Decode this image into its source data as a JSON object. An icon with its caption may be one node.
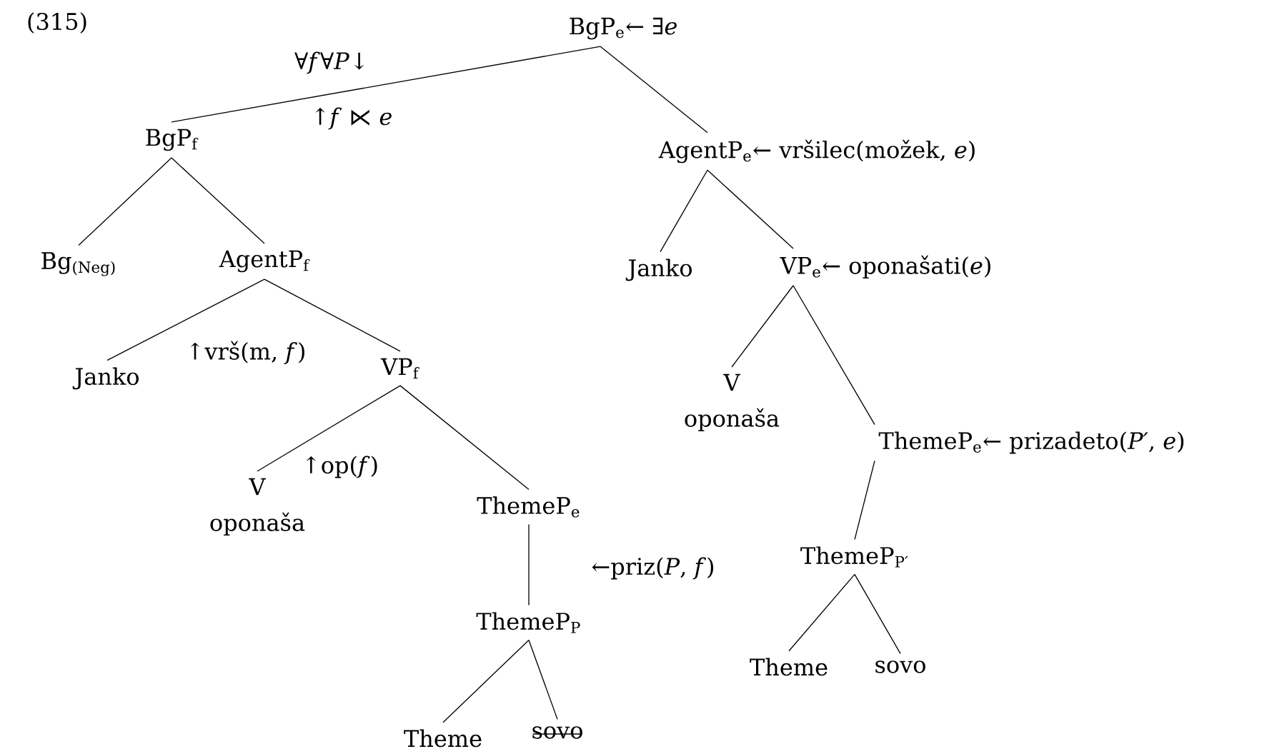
{
  "diagram": {
    "nodes": [
      {
        "text": [
          "BgP$_{e}$← ∃*e*"
        ]
      },
      {
        "text": [
          "BgP$_{f}$"
        ]
      },
      {
        "text": [
          "AgentP$_{e}$← vršilec(možek, *e*)"
        ]
      },
      {
        "text": [
          "Bg$_{(Neg)}$"
        ]
      },
      {
        "text": [
          "AgentP$_{f}$"
        ]
      },
      {
        "text": [
          "Janko"
        ]
      },
      {
        "text": [
          "VP$_{e}$← oponašati(*e*)"
        ]
      },
      {
        "text": [
          "Janko"
        ]
      },
      {
        "text": [
          "VP$_{f}$"
        ]
      },
      {
        "text": [
          "V",
          "oponaša"
        ]
      },
      {
        "text": [
          "ThemeP$_{e}$← prizadeto(*P′*, *e*)"
        ]
      },
      {
        "text": [
          "V",
          "oponaša"
        ]
      },
      {
        "text": [
          "ThemeP$_{e}$"
        ]
      },
      {
        "text": [
          "ThemeP$_{P′}$"
        ]
      },
      {
        "text": [
          "ThemeP$_{P}$"
        ]
      },
      {
        "text": [
          "Theme"
        ]
      },
      {
        "text": [
          "sovo"
        ]
      },
      {
        "text": [
          "Theme"
        ]
      },
      {
        "text": [
          "sovo"
        ]
      }
    ],
    "edges": [
      {
        "from": 0,
        "to": 1,
        "arrow": "none",
        "label": "∀*f*∀*P*↓"
      },
      {
        "from": 0,
        "to": 2,
        "arrow": "none"
      },
      {
        "from": 1,
        "to": 3,
        "arrow": "none"
      },
      {
        "from": 1,
        "to": 4,
        "arrow": "none"
      },
      {
        "from": 2,
        "to": 5,
        "arrow": "none"
      },
      {
        "from": 2,
        "to": 6,
        "arrow": "none"
      },
      {
        "from": 4,
        "to": 7,
        "arrow": "none",
        "label": "↑vrš(m, *f*)"
      },
      {
        "from": 4,
        "to": 8,
        "arrow": "none"
      },
      {
        "from": 6,
        "to": 9,
        "arrow": "none"
      },
      {
        "from": 6,
        "to": 10,
        "arrow": "none"
      },
      {
        "from": 8,
        "to": 11,
        "arrow": "none",
        "label": "↑op(*f*)"
      },
      {
        "from": 8,
        "to": 12,
        "arrow": "none"
      },
      {
        "from": 10,
        "to": 13,
        "arrow": "none"
      },
      {
        "from": 12,
        "to": 14,
        "arrow": "none",
        "label": "←priz(*P*, *f*)"
      },
      {
        "from": 13,
        "to": 15,
        "arrow": "none"
      },
      {
        "from": 13,
        "to": 16,
        "arrow": "none"
      },
      {
        "from": 14,
        "to": 17,
        "arrow": "none"
      },
      {
        "from": 14,
        "to": 18,
        "arrow": "none"
      }
    ],
    "labels": [
      "(315)",
      "↑*f* ⋉ *e*"
    ]
  }
}
